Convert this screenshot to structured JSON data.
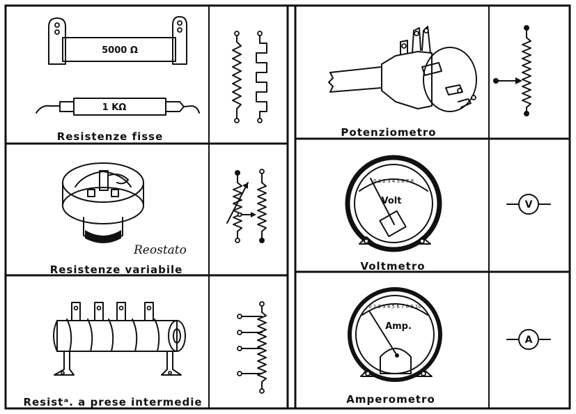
{
  "cells": {
    "fixed": {
      "label": "Resistenze  fisse",
      "value_large": "5000 Ω",
      "value_small": "1 KΩ"
    },
    "variable": {
      "label": "Resistenze  variabile",
      "handwritten": "Reostato"
    },
    "tapped": {
      "label": "Resistᵃ. a prese intermedie"
    },
    "potentiometer": {
      "label": "Potenziometro"
    },
    "voltmeter": {
      "label": "Voltmetro",
      "dial_word": "Volt",
      "scale": "0 1 2 3 4 5 6 7 8",
      "symbol": "V"
    },
    "ammeter": {
      "label": "Amperometro",
      "dial_word": "Amp.",
      "scale": "0 1 2 3 4 5 6 7 8 9 10",
      "symbol": "A"
    }
  },
  "colors": {
    "ink": "#111111",
    "paper": "#ffffff"
  }
}
